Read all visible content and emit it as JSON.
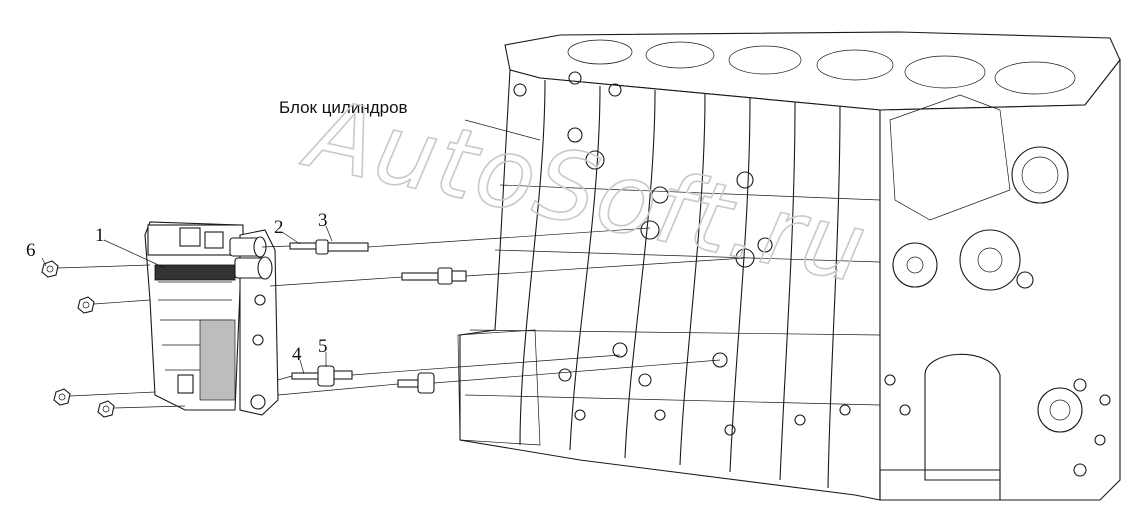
{
  "block_label": "Блок цилиндров",
  "callouts": {
    "c1": "1",
    "c2": "2",
    "c3": "3",
    "c4": "4",
    "c5": "5",
    "c6": "6"
  },
  "watermark": "AutoSoft.ru"
}
